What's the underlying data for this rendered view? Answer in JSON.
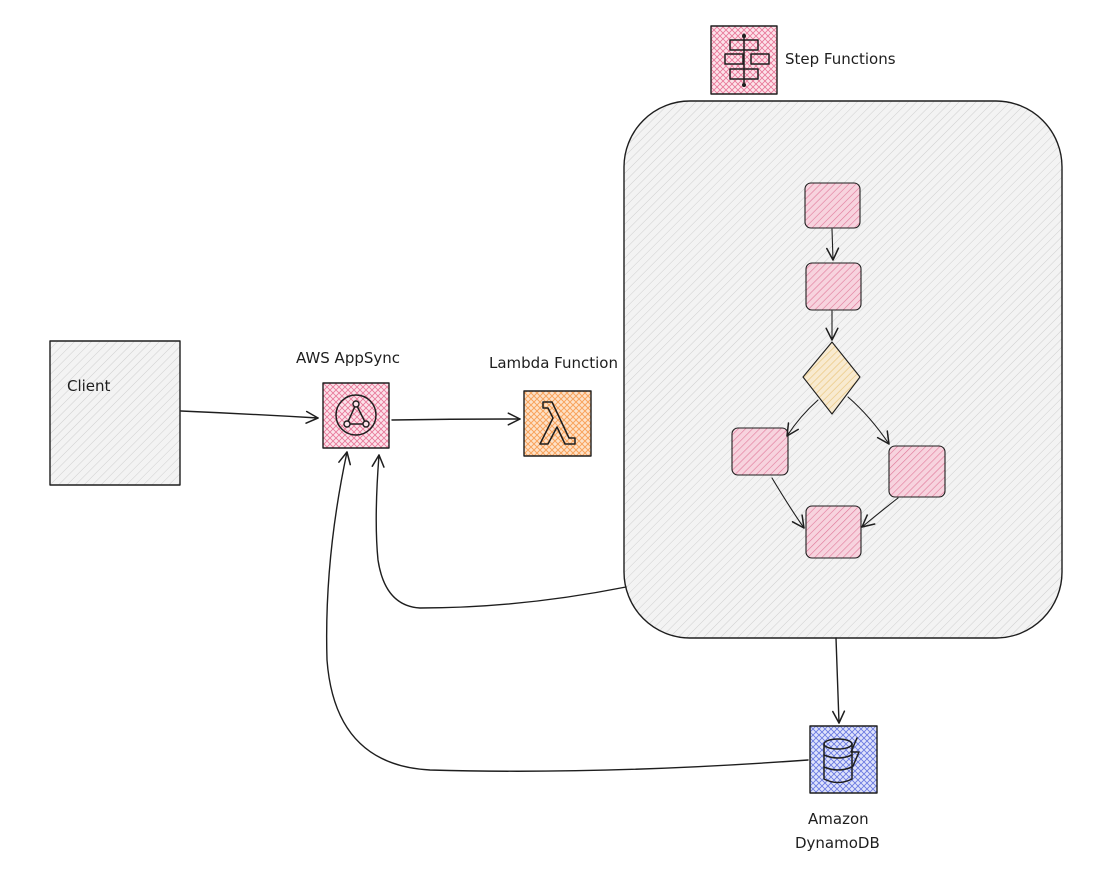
{
  "labels": {
    "step_functions": "Step Functions",
    "client": "Client",
    "appsync": "AWS AppSync",
    "lambda": "Lambda Function",
    "dynamodb_line1": "Amazon",
    "dynamodb_line2": "DynamoDB"
  },
  "colors": {
    "pink": "#e8799a",
    "pink_fill": "#f4c6d3",
    "orange": "#f7a35c",
    "blue": "#6a7ae0",
    "yellow_fill": "#f2dcaa",
    "gray_hatch": "#cfcfcf",
    "stroke": "#1e1e1e"
  }
}
